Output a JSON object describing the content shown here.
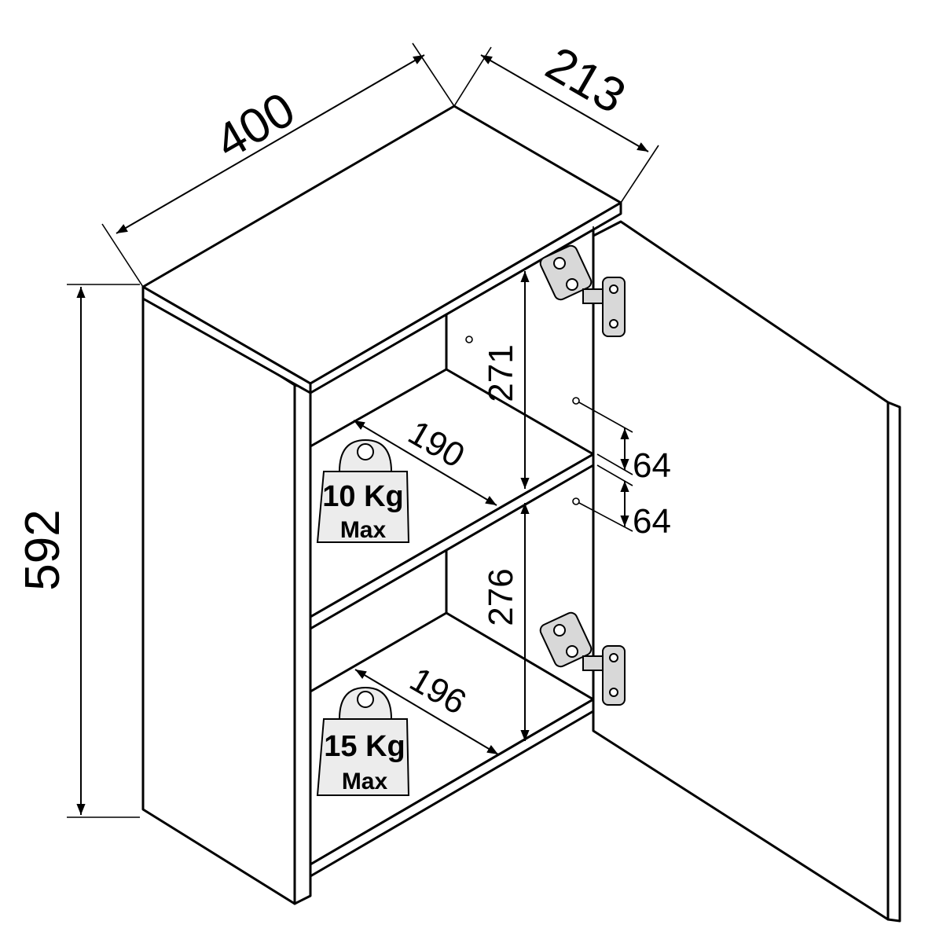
{
  "dimensions": {
    "width": "400",
    "depth": "213",
    "height": "592",
    "upper_compartment_height": "271",
    "lower_compartment_height": "276",
    "upper_shelf_depth": "190",
    "lower_shelf_depth": "196",
    "hole_spacing_upper": "64",
    "hole_spacing_lower": "64"
  },
  "load_labels": {
    "upper": {
      "weight": "10 Kg",
      "qualifier": "Max"
    },
    "lower": {
      "weight": "15 Kg",
      "qualifier": "Max"
    }
  },
  "colors": {
    "line": "#000000",
    "background": "#ffffff",
    "weight_fill": "#ececec"
  }
}
